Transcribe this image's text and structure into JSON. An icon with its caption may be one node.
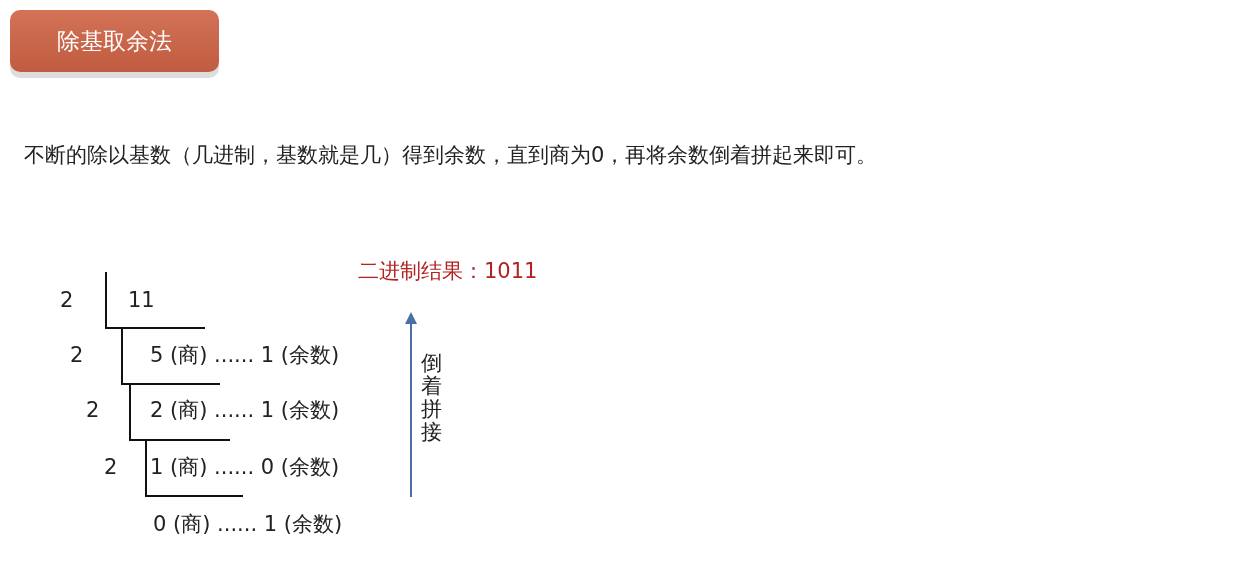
{
  "diagram": {
    "nodes": [
      {
        "text": [
          "除基取余法"
        ]
      }
    ],
    "labels": [
      "不断的除以基数（几进制，基数就是几）得到余数，直到商为0，再将余数倒着拼起来即可。",
      "二进制结果：1011",
      "2",
      "11",
      "2",
      "5 (商) ...... 1 (余数)",
      "倒着拼接",
      "2",
      "2 (商) ...... 1 (余数)",
      "2",
      "1 (商) ...... 0 (余数)",
      "0 (商) ...... 1 (余数)"
    ]
  }
}
